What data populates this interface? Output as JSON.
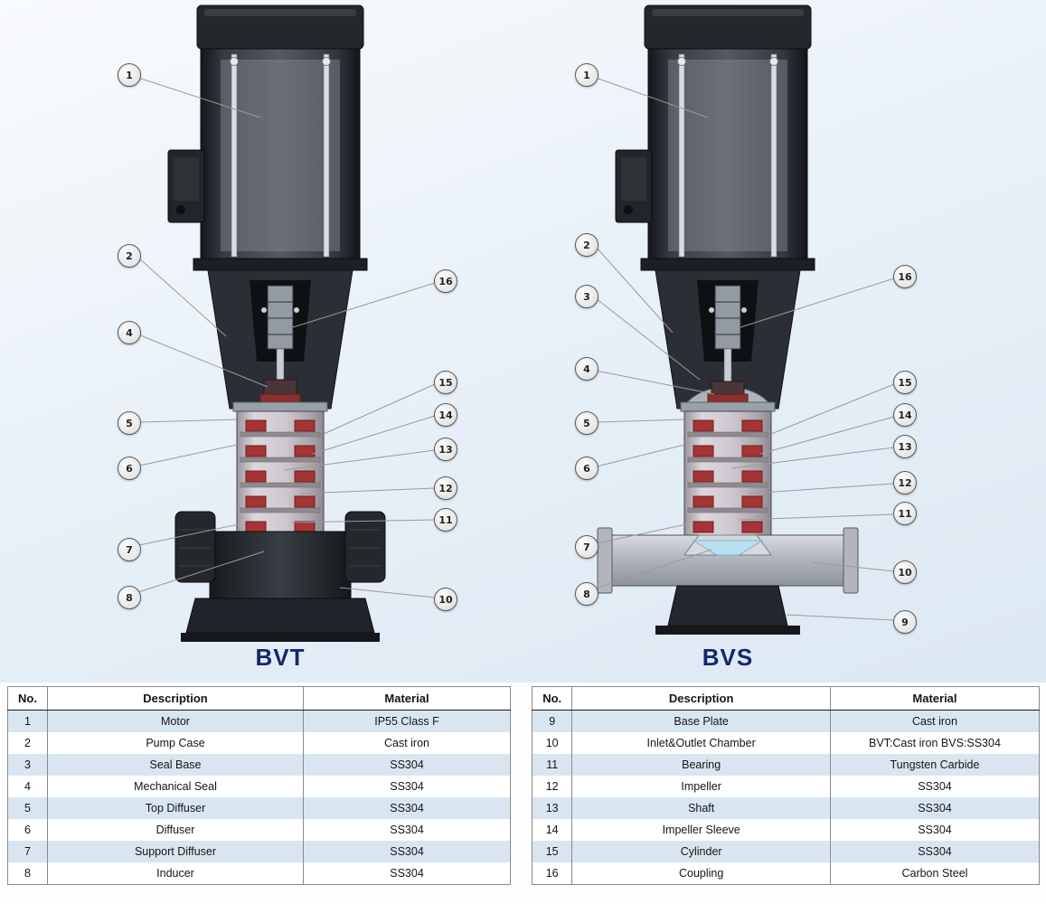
{
  "diagrams": {
    "bvt": {
      "label": "BVT",
      "callouts": [
        "1",
        "2",
        "4",
        "5",
        "6",
        "7",
        "8",
        "16",
        "15",
        "14",
        "13",
        "12",
        "11",
        "10"
      ]
    },
    "bvs": {
      "label": "BVS",
      "callouts": [
        "1",
        "2",
        "3",
        "4",
        "5",
        "6",
        "7",
        "8",
        "16",
        "15",
        "14",
        "13",
        "12",
        "11",
        "10",
        "9"
      ]
    }
  },
  "tables": {
    "left": {
      "headers": [
        "No.",
        "Description",
        "Material"
      ],
      "rows": [
        [
          "1",
          "Motor",
          "IP55 Class F"
        ],
        [
          "2",
          "Pump Case",
          "Cast iron"
        ],
        [
          "3",
          "Seal Base",
          "SS304"
        ],
        [
          "4",
          "Mechanical Seal",
          "SS304"
        ],
        [
          "5",
          "Top Diffuser",
          "SS304"
        ],
        [
          "6",
          "Diffuser",
          "SS304"
        ],
        [
          "7",
          "Support Diffuser",
          "SS304"
        ],
        [
          "8",
          "Inducer",
          "SS304"
        ]
      ]
    },
    "right": {
      "headers": [
        "No.",
        "Description",
        "Material"
      ],
      "rows": [
        [
          "9",
          "Base Plate",
          "Cast iron"
        ],
        [
          "10",
          "Inlet&Outlet Chamber",
          "BVT:Cast iron BVS:SS304"
        ],
        [
          "11",
          "Bearing",
          "Tungsten Carbide"
        ],
        [
          "12",
          "Impeller",
          "SS304"
        ],
        [
          "13",
          "Shaft",
          "SS304"
        ],
        [
          "14",
          "Impeller Sleeve",
          "SS304"
        ],
        [
          "15",
          "Cylinder",
          "SS304"
        ],
        [
          "16",
          "Coupling",
          "Carbon Steel"
        ]
      ]
    }
  },
  "colors": {
    "model_label": "#16266f",
    "row_stripe": "#d9e6f2",
    "impeller_red": "#a63434",
    "callout_line": "#9a9a9a"
  }
}
